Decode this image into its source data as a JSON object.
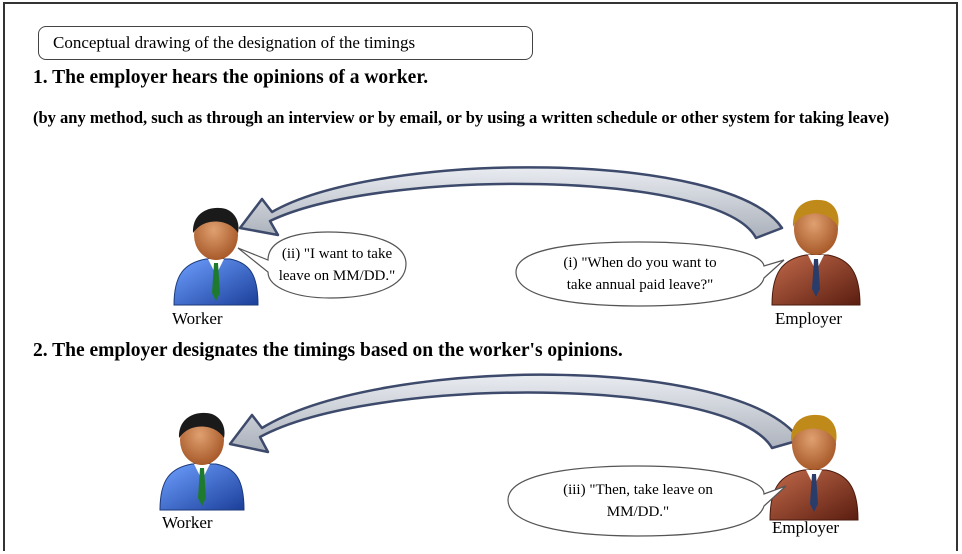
{
  "title": "Conceptual drawing of the designation of the timings",
  "step1": {
    "heading": "1. The employer hears the opinions of a worker.",
    "note": "(by any method, such as through an interview or by email, or by using a written schedule or other system for taking leave)",
    "employer_speech": [
      "(i) \"When do you want to",
      "take annual paid leave?\""
    ],
    "worker_speech": [
      "(ii) \"I want to take",
      "leave on MM/DD.\""
    ],
    "worker_label": "Worker",
    "employer_label": "Employer"
  },
  "step2": {
    "heading": "2. The employer designates the timings based on the worker's opinions.",
    "employer_speech": [
      "(iii) \"Then, take leave on",
      "MM/DD.\""
    ],
    "worker_label": "Worker",
    "employer_label": "Employer"
  },
  "colors": {
    "worker_suit": "#2a5fbf",
    "employer_suit": "#8b3a22",
    "arrow_fill": "#c9cdd3",
    "arrow_stroke": "#3d4a6b",
    "frame": "#333333"
  },
  "icons": [
    "worker-person-icon",
    "employer-person-icon",
    "curved-arrow-icon",
    "speech-bubble-icon"
  ]
}
